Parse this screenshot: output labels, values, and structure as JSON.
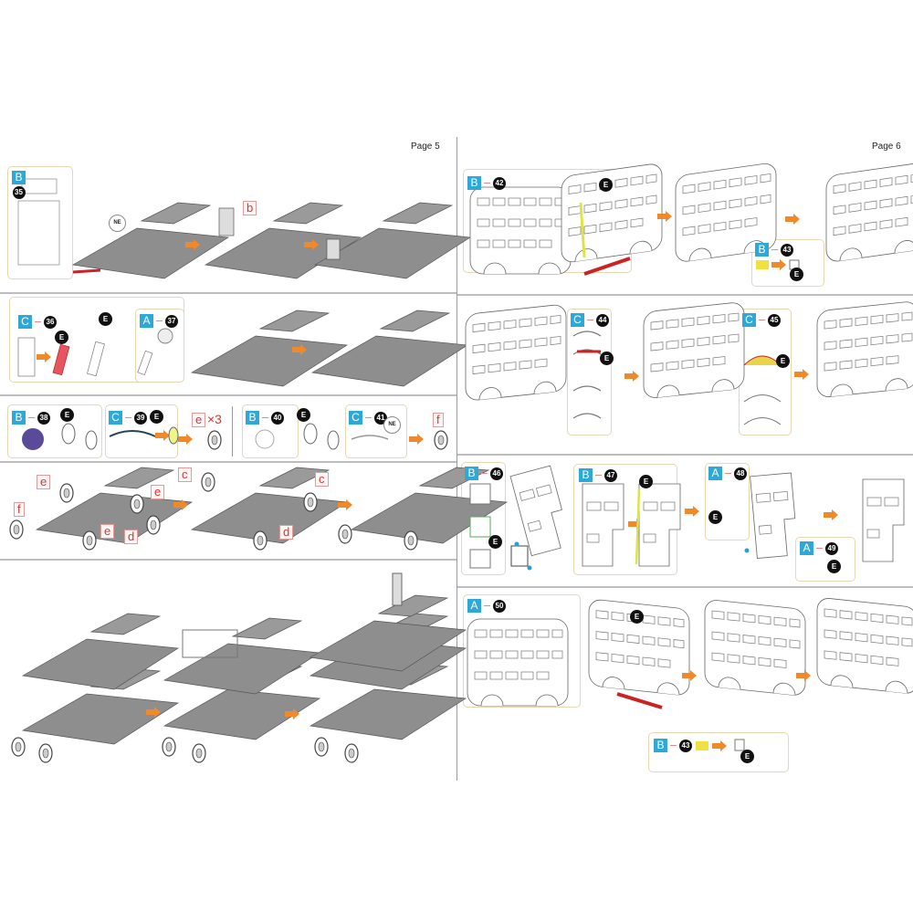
{
  "pages": {
    "left": "Page 5",
    "right": "Page 6"
  },
  "steps": {
    "s35": {
      "part": "B",
      "num": "35"
    },
    "s36": {
      "part": "C",
      "num": "36"
    },
    "s37": {
      "part": "A",
      "num": "37"
    },
    "s38": {
      "part": "B",
      "num": "38"
    },
    "s39": {
      "part": "C",
      "num": "39"
    },
    "s40": {
      "part": "B",
      "num": "40"
    },
    "s41": {
      "part": "C",
      "num": "41"
    },
    "s42": {
      "part": "B",
      "num": "42"
    },
    "s43a": {
      "part": "B",
      "num": "43"
    },
    "s44": {
      "part": "C",
      "num": "44"
    },
    "s45": {
      "part": "C",
      "num": "45"
    },
    "s46": {
      "part": "B",
      "num": "46"
    },
    "s47": {
      "part": "B",
      "num": "47"
    },
    "s48": {
      "part": "A",
      "num": "48"
    },
    "s49": {
      "part": "A",
      "num": "49"
    },
    "s50": {
      "part": "A",
      "num": "50"
    },
    "s43b": {
      "part": "B",
      "num": "43"
    }
  },
  "tool": "E",
  "ne": "NE",
  "tags": {
    "b": "b",
    "c": "c",
    "d": "d",
    "e": "e",
    "f": "f"
  },
  "multiplier": "×3",
  "colors": {
    "part_badge": "#2ea8d6",
    "arrow": "#f0892a",
    "callout_border": "#e6d7b2",
    "tag": "#d33333"
  }
}
